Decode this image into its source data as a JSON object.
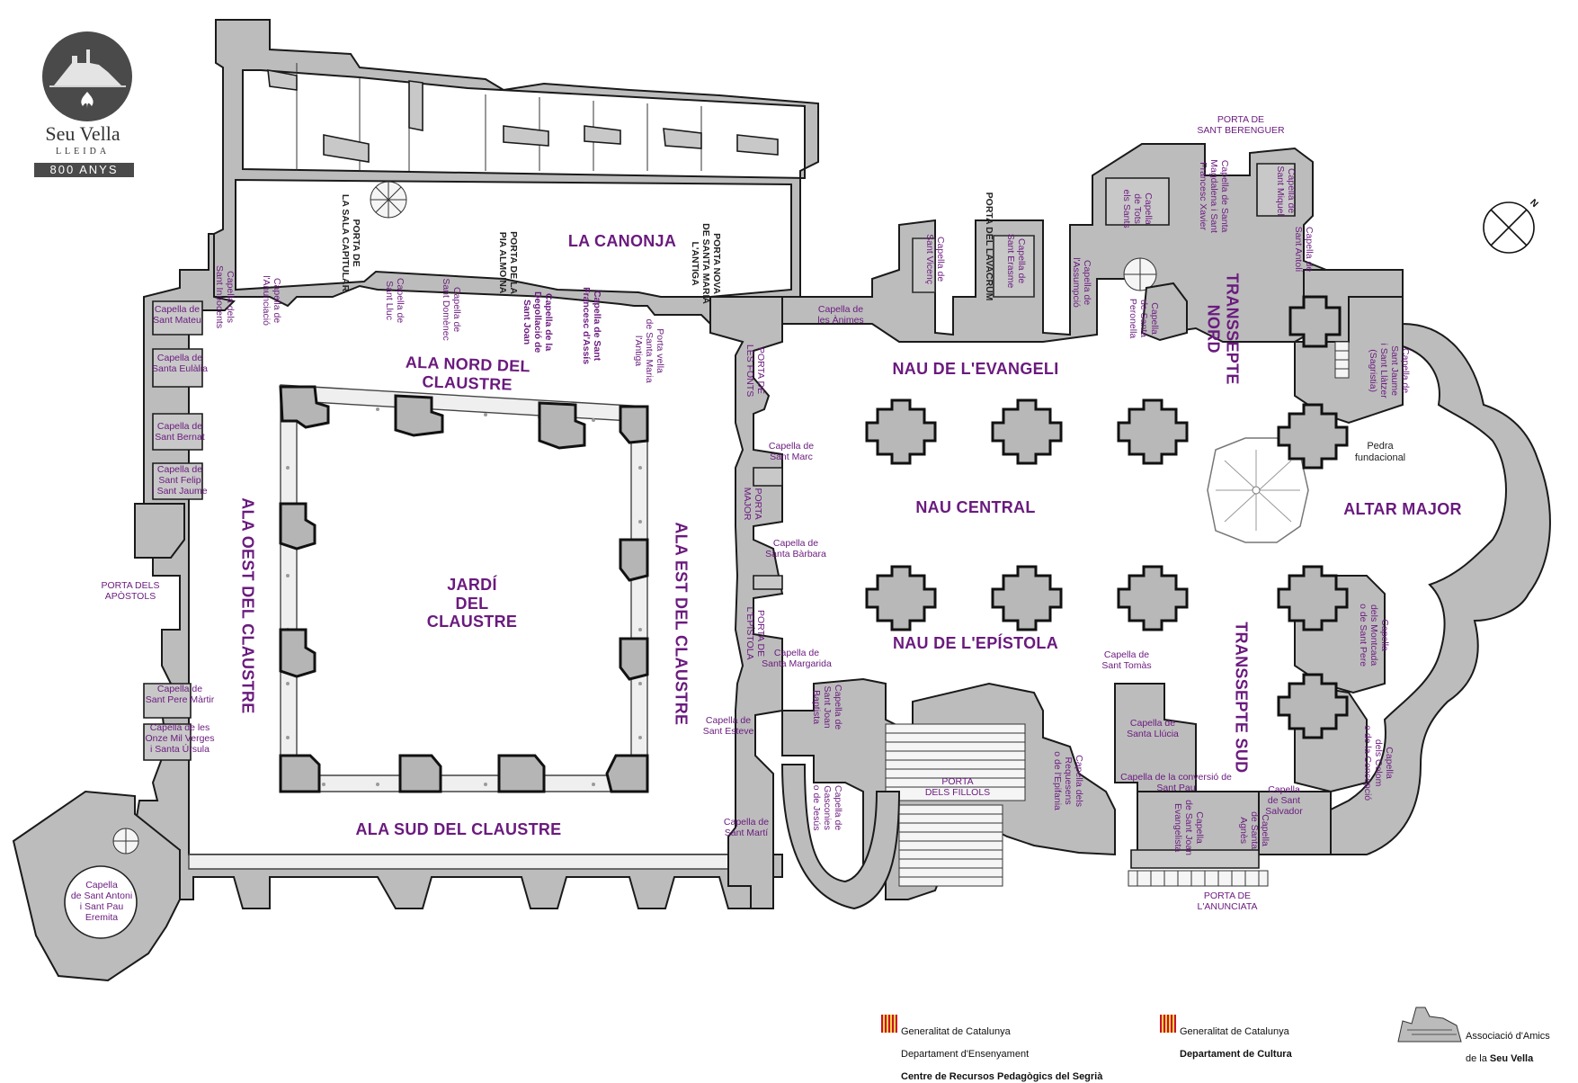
{
  "logo": {
    "title": "Seu Vella",
    "subtitle": "LLEIDA",
    "band": "800 ANYS"
  },
  "areas": {
    "la_canonja": "LA CANONJA",
    "ala_nord": "ALA NORD DEL CLAUSTRE",
    "ala_oest": "ALA OEST DEL CLAUSTRE",
    "ala_est": "ALA EST DEL CLAUSTRE",
    "ala_sud": "ALA SUD DEL CLAUSTRE",
    "jardi": "JARDÍ\nDEL\nCLAUSTRE",
    "nau_evangeli": "NAU DE L'EVANGELI",
    "nau_central": "NAU CENTRAL",
    "nau_epistola": "NAU DE L'EPÍSTOLA",
    "transsepte_nord": "TRANSSEPTE NORD",
    "transsepte_sud": "TRANSSEPTE SUD",
    "altar_major": "ALTAR MAJOR"
  },
  "doors": {
    "sala_capitular": "PORTA DE\nLA SALA CAPITULAR",
    "pia_almoina": "PORTA DE LA\nPIA ALMOINA",
    "nova_santa_maria": "PORTA NOVA\nDE SANTA MARIA\nL'ANTIGA",
    "vella_santa_maria": "Porta vella\nde Santa Maria\nl'Antiga",
    "lavacrum": "PORTA DEL LAVACRUM",
    "sant_berenguer": "PORTA DE\nSANT BERENGUER",
    "fonts": "PORTA DE\nLES FONTS",
    "major": "PORTA\nMAJOR",
    "epistola": "PORTA DE\nL'EPÍSTOLA",
    "apostols": "PORTA DELS\nAPÒSTOLS",
    "fillols": "PORTA\nDELS FILLOLS",
    "anunciata": "PORTA DE\nL'ANUNCIATA"
  },
  "chapels": {
    "sant_mateu": "Capella de\nSant Mateu",
    "santa_eulalia": "Capella de\nSanta Eulàlia",
    "sant_bernat": "Capella de\nSant Bernat",
    "sant_felip": "Capella de\nSant Felip\ni Sant Jaume",
    "sant_pere_martir": "Capella de\nSant Pere Màrtir",
    "onze_mil_verges": "Capella de les\nOnze Mil Verges\ni Santa Úrsula",
    "sant_antoni": "Capella\nde Sant Antoni\ni Sant Pau\nEremita",
    "sants_innocents": "Capella dels\nSant Innocents",
    "anunciacio": "Capella de\nl'Anunciació",
    "sant_lluc": "Capella de\nSant Lluc",
    "sant_domenec": "Capella de\nSant Domènec",
    "degollacio": "Capella de la\nDegollació de\nSant Joan",
    "sant_francesc": "Capella de Sant\nFrancesc d'Assís",
    "animes": "Capella de\nles Ànimes",
    "sant_vicenc": "Capella de\nSant Vicenç",
    "sant_erasme": "Capella de\nSant Erasme",
    "assumpcio": "Capella de\nl'Assumpció",
    "tots_sants": "Capella\nde Tots\nels Sants",
    "santa_peronella": "Capella\nde Santa\nPeronella",
    "magdalena": "Capella de Santa\nMagdalena i Sant\nFrancesc Xavier",
    "sant_miquel": "Capella de\nSant Miquel",
    "sant_antoli": "Capella de\nSant Antolí",
    "sant_jaume": "Capella de\nSant Jaume\ni Sant Llàtzer\n(Sagristia)",
    "sant_marc": "Capella de\nSant Marc",
    "santa_barbara": "Capella de\nSanta Bàrbara",
    "santa_margarida": "Capella de\nSanta Margarida",
    "sant_esteve": "Capella de\nSant Esteve",
    "sant_marti": "Capella de\nSant Martí",
    "sant_joan_baptista": "Capella de\nSant Joan\nBaptista",
    "gasconies": "Capella de\nGasconies\no de Jesús",
    "requesens": "Capella dels\nRequesens\no de l'Epifania",
    "sant_tomas": "Capella de\nSant Tomàs",
    "santa_llucia": "Capella de\nSanta Llúcia",
    "conversio": "Capella de la conversió de\nSant Pau",
    "sant_joan_evangelista": "Capella\nde Sant Joan\nEvangelista",
    "sant_salvador": "Capella\nde Sant\nSalvador",
    "santa_agnes": "Capella\nde Santa\nAgnès",
    "montcada": "Capella\ndels Montcada\no de Sant Pere",
    "colom": "Capella\ndels Colom\no de la Concepció"
  },
  "features": {
    "pedra_fundacional": "Pedra\nfundacional",
    "compass": "N"
  },
  "credits": {
    "gen1_line1": "Generalitat de Catalunya",
    "gen1_line2": "Departament d'Ensenyament",
    "gen1_line3": "Centre de Recursos Pedagògics del Segrià",
    "gen2_line1": "Generalitat de Catalunya",
    "gen2_line2": "Departament de Cultura",
    "assoc_line1": "Associació d'Amics",
    "assoc_line2a": "de la ",
    "assoc_line2b": "Seu Vella"
  },
  "colors": {
    "label": "#6a1a7e",
    "wall": "#bcbcbc",
    "floor": "#ffffff"
  }
}
